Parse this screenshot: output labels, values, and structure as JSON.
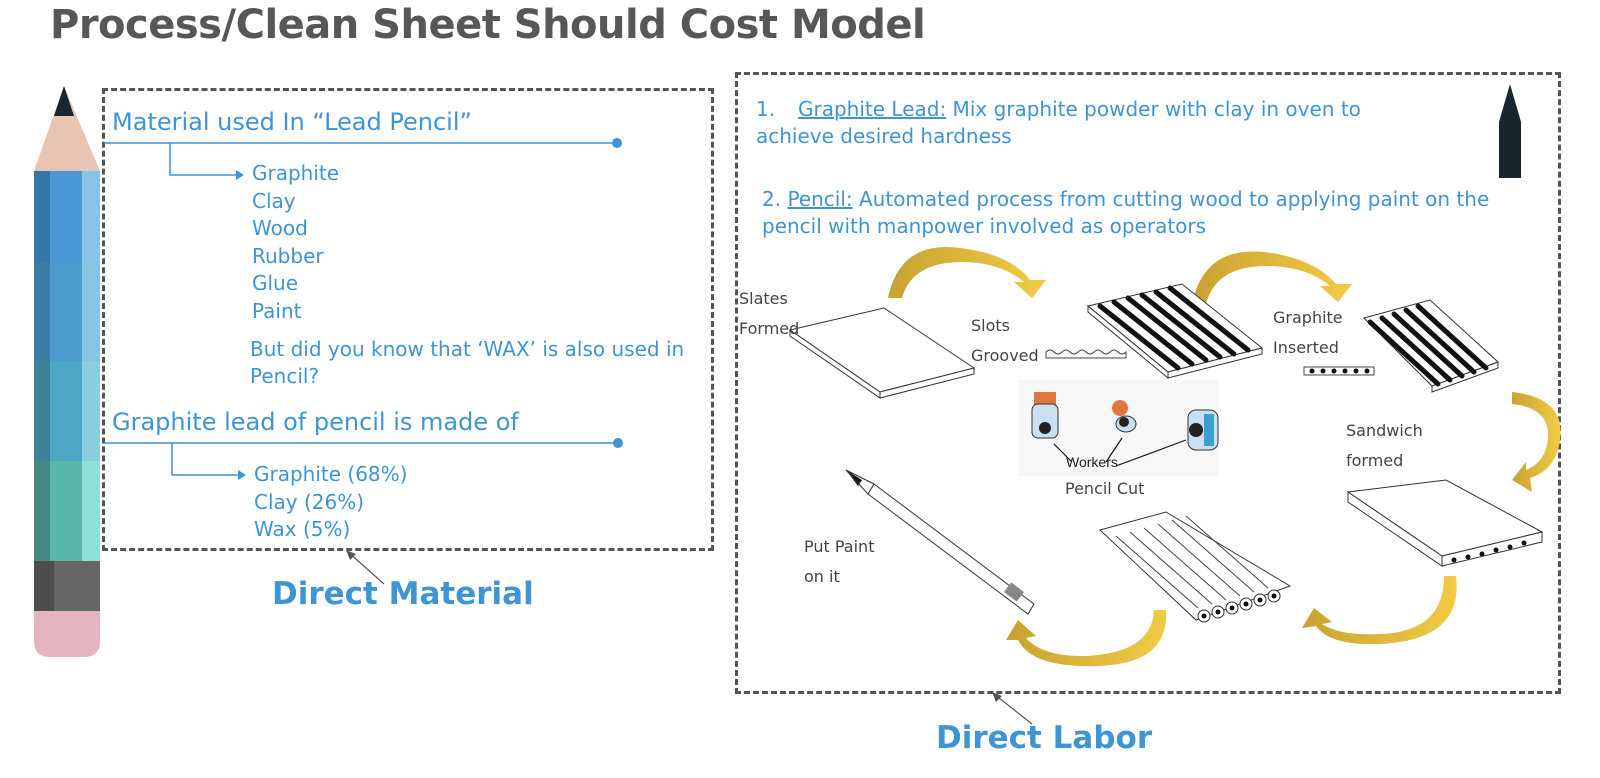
{
  "title": "Process/Clean Sheet Should Cost Model",
  "colors": {
    "accent": "#3f94d3",
    "title": "#575757",
    "arrow_gold": "#e6bd3c",
    "border": "#555555"
  },
  "direct_material": {
    "heading1": "Material used In “Lead Pencil”",
    "materials": [
      "Graphite",
      "Clay",
      "Wood",
      "Rubber",
      "Glue",
      "Paint"
    ],
    "note": "But did you know that ‘WAX’ is also used in Pencil?",
    "heading2": "Graphite lead of pencil is made of",
    "composition": [
      "Graphite (68%)",
      "Clay (26%)",
      "Wax (5%)"
    ],
    "label": "Direct Material"
  },
  "direct_labor": {
    "step1_num": "1.",
    "step1_title": "Graphite Lead:",
    "step1_text": " Mix graphite powder with clay in oven to achieve desired hardness",
    "step2_num": "2. ",
    "step2_title": "Pencil:",
    "step2_text": " Automated process from cutting wood to applying paint on the pencil with manpower involved as operators",
    "process": {
      "slates_formed": [
        "Slates",
        "Formed"
      ],
      "slots_grooved": [
        "Slots",
        "Grooved"
      ],
      "graphite_inserted": [
        "Graphite",
        "Inserted"
      ],
      "sandwich_formed": [
        "Sandwich",
        "formed"
      ],
      "workers": "Workers",
      "pencil_cut": "Pencil Cut",
      "put_paint": [
        "Put Paint",
        "on it"
      ]
    },
    "label": "Direct Labor"
  }
}
